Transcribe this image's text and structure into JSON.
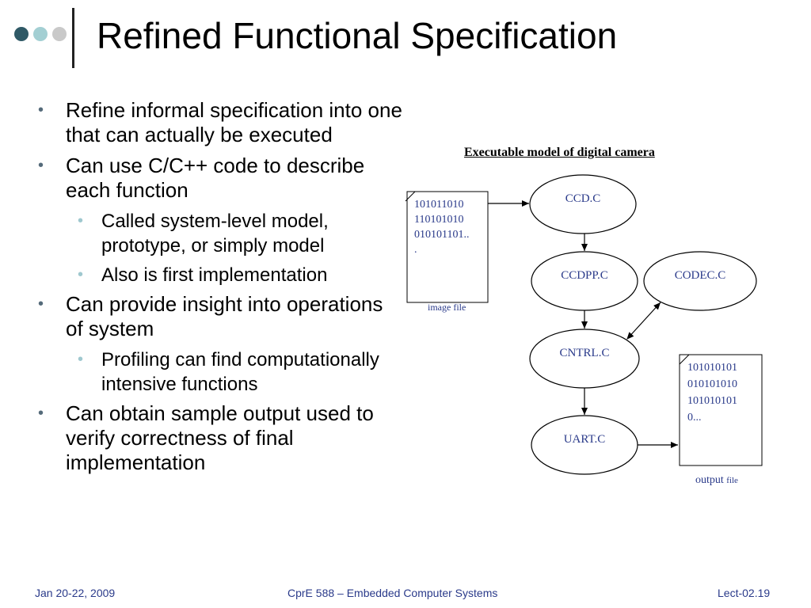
{
  "slide": {
    "title": "Refined Functional Specification",
    "bullets": [
      {
        "level": 1,
        "text": "Refine informal specification into one that can actually be executed"
      },
      {
        "level": 1,
        "text": "Can use C/C++ code to describe each function"
      },
      {
        "level": 2,
        "text": "Called system-level model, prototype, or simply model"
      },
      {
        "level": 2,
        "text": "Also is first implementation"
      },
      {
        "level": 1,
        "text": "Can provide insight into operations of system"
      },
      {
        "level": 2,
        "text": "Profiling can find computationally intensive functions"
      },
      {
        "level": 1,
        "text": "Can obtain sample output used to verify correctness of final implementation"
      }
    ],
    "bullet_marks": {
      "level1": "•",
      "level2": "•"
    }
  },
  "diagram": {
    "caption": "Executable model of digital camera",
    "input_file": {
      "lines": [
        "101011010",
        "110101010",
        "010101101..",
        "."
      ],
      "label": "image file"
    },
    "output_file": {
      "lines": [
        "101010101",
        "010101010",
        "101010101",
        "0..."
      ],
      "label_main": "output",
      "label_small": "file"
    },
    "nodes": {
      "ccd": "CCD.C",
      "ccdpp": "CCDPP.C",
      "codec": "CODEC.C",
      "cntrl": "CNTRL.C",
      "uart": "UART.C"
    }
  },
  "footer": {
    "date": "Jan 20-22, 2009",
    "course": "CprE 588 – Embedded Computer Systems",
    "lecture": "Lect-02.19"
  },
  "colors": {
    "dot1": "#2f5966",
    "dot2": "#a3cfd3",
    "dot3": "#c9c9c9",
    "footer_text": "#2a3a8a",
    "diagram_text": "#2a3a8a"
  }
}
